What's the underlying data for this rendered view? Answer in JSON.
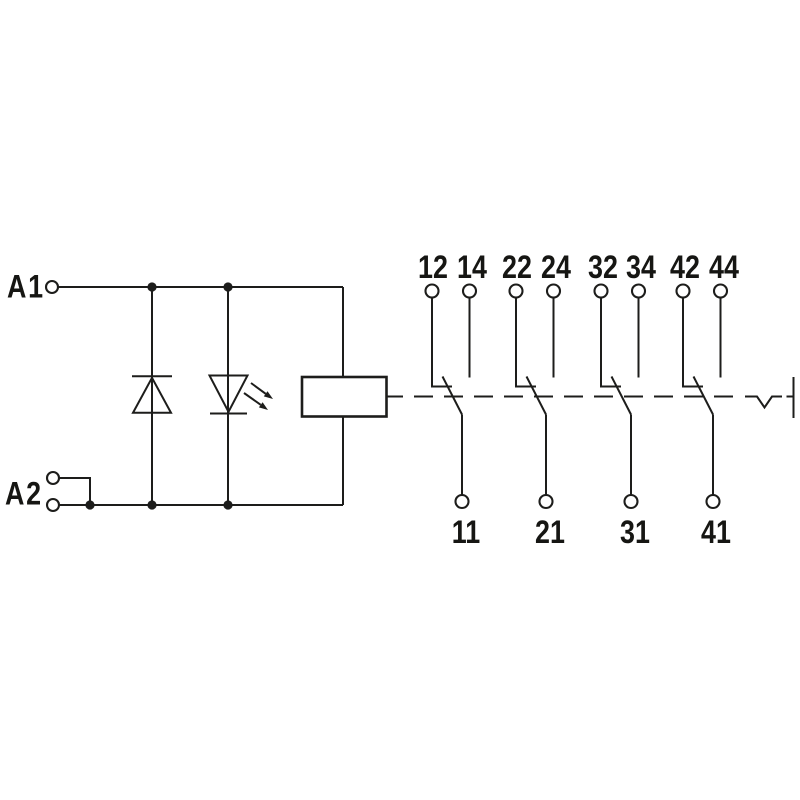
{
  "diagram": {
    "type": "relay-wiring-schematic",
    "background_color": "#ffffff",
    "line_color": "#1d1d1b",
    "text_color": "#161613",
    "coil": {
      "terminal_a1": "A1",
      "terminal_a2": "A2"
    },
    "symbols": [
      "suppression-diode",
      "led-indicator",
      "relay-coil",
      "changeover-contact",
      "mechanical-actuator-link"
    ],
    "contacts": [
      {
        "nc": "12",
        "no": "14",
        "common": "11"
      },
      {
        "nc": "22",
        "no": "24",
        "common": "21"
      },
      {
        "nc": "32",
        "no": "34",
        "common": "31"
      },
      {
        "nc": "42",
        "no": "44",
        "common": "41"
      }
    ]
  }
}
